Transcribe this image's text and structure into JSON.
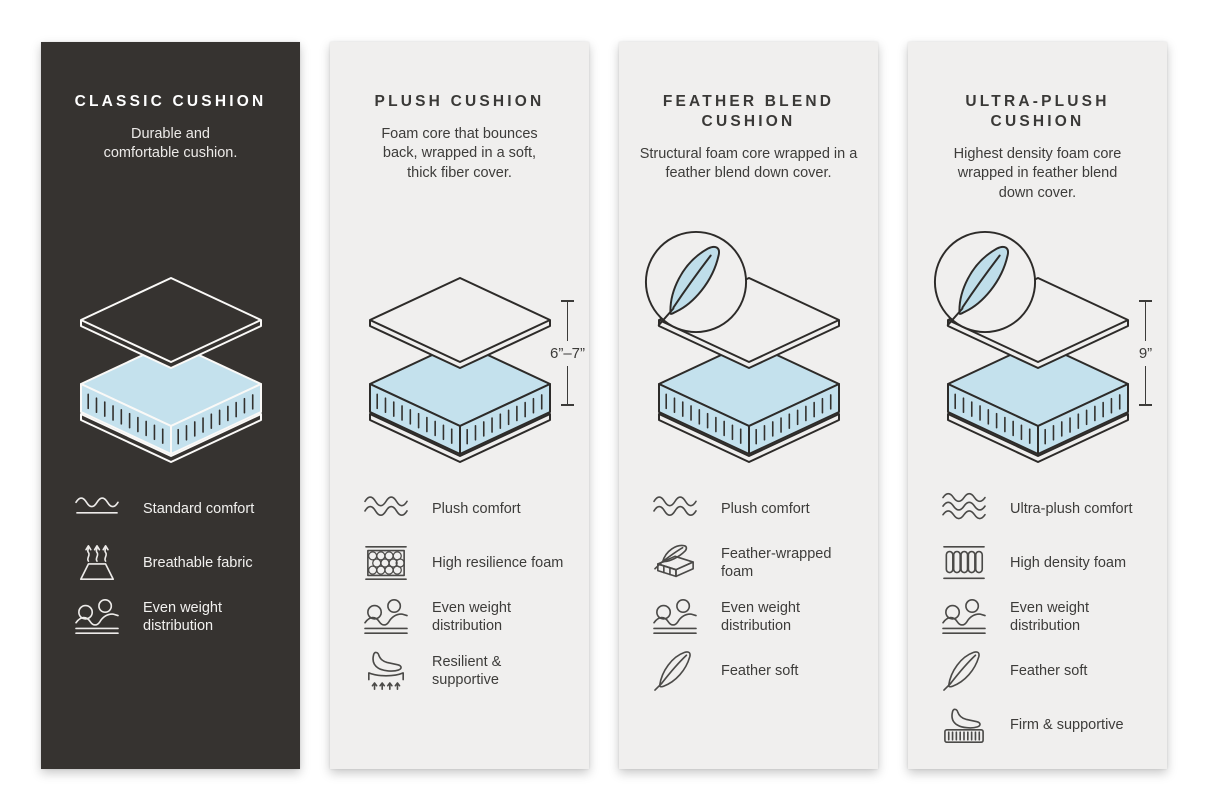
{
  "page": {
    "background": "#ffffff"
  },
  "colors": {
    "dark_card": "#363330",
    "light_card": "#f0efee",
    "foam_blue": "#c4e1ed",
    "outline_dark": "#2d2b29",
    "outline_light": "#faf9f7",
    "text_dark": "#3d3c3a",
    "text_light": "#f2f1ef"
  },
  "columns": [
    {
      "id": "classic",
      "theme": "dark",
      "title": "CLASSIC CUSHION",
      "description": "Durable and comfortable cushion.",
      "measure": null,
      "feather_badge": false,
      "features": [
        {
          "icon": "wave-single-icon",
          "label": "Standard comfort"
        },
        {
          "icon": "breathable-icon",
          "label": "Breathable fabric"
        },
        {
          "icon": "weight-distribution-icon",
          "label": "Even weight distribution"
        }
      ]
    },
    {
      "id": "plush",
      "theme": "light",
      "title": "PLUSH CUSHION",
      "description": "Foam core that bounces back, wrapped in a soft, thick fiber cover.",
      "measure": "6”–7”",
      "feather_badge": false,
      "features": [
        {
          "icon": "wave-double-icon",
          "label": "Plush comfort"
        },
        {
          "icon": "resilience-foam-icon",
          "label": "High resilience foam"
        },
        {
          "icon": "weight-distribution-icon",
          "label": "Even weight distribution"
        },
        {
          "icon": "resilient-supportive-icon",
          "label": "Resilient & supportive"
        }
      ]
    },
    {
      "id": "feather-blend",
      "theme": "light",
      "title": "FEATHER BLEND CUSHION",
      "description": "Structural foam core wrapped in a feather blend down cover.",
      "measure": null,
      "feather_badge": true,
      "features": [
        {
          "icon": "wave-double-icon",
          "label": "Plush comfort"
        },
        {
          "icon": "feather-foam-icon",
          "label": "Feather-wrapped foam"
        },
        {
          "icon": "weight-distribution-icon",
          "label": "Even weight distribution"
        },
        {
          "icon": "feather-icon",
          "label": "Feather soft"
        }
      ]
    },
    {
      "id": "ultra-plush",
      "theme": "light",
      "title": "ULTRA-PLUSH CUSHION",
      "description": "Highest density foam core wrapped in feather blend down cover.",
      "measure": "9”",
      "feather_badge": true,
      "features": [
        {
          "icon": "wave-triple-icon",
          "label": "Ultra-plush comfort"
        },
        {
          "icon": "density-foam-icon",
          "label": "High density foam"
        },
        {
          "icon": "weight-distribution-icon",
          "label": "Even weight distribution"
        },
        {
          "icon": "feather-icon",
          "label": "Feather soft"
        },
        {
          "icon": "firm-supportive-icon",
          "label": "Firm & supportive"
        }
      ]
    }
  ]
}
